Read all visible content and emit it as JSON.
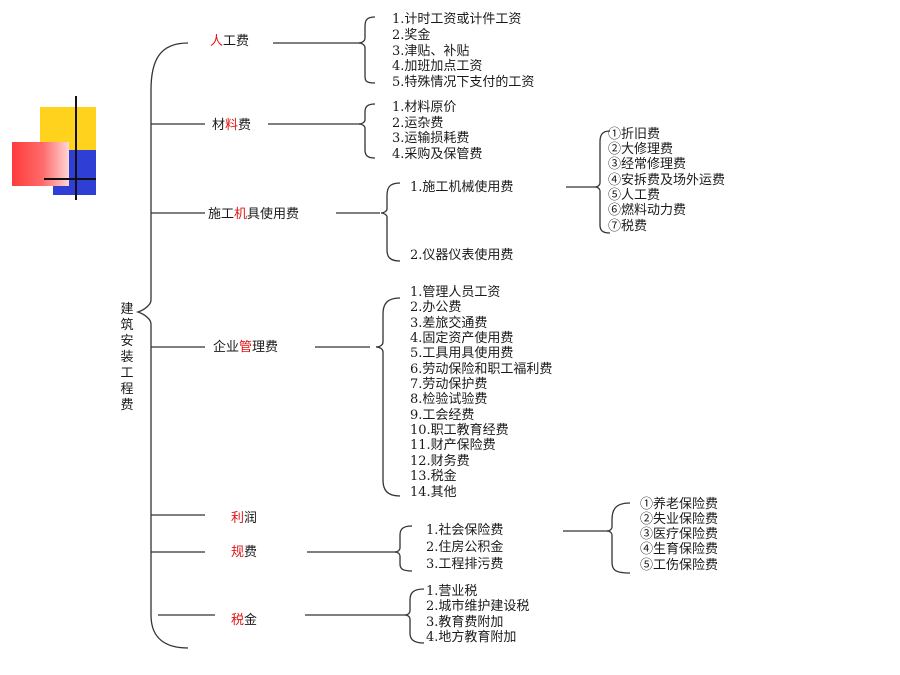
{
  "root": "建筑安装工程费",
  "categories": [
    {
      "pre": "",
      "hl": "人",
      "post": "工费"
    },
    {
      "pre": "材",
      "hl": "料",
      "post": "费"
    },
    {
      "pre": "施工",
      "hl": "机",
      "post": "具使用费"
    },
    {
      "pre": "企业",
      "hl": "管",
      "post": "理费"
    },
    {
      "pre": "",
      "hl": "利",
      "post": "润"
    },
    {
      "pre": "",
      "hl": "规",
      "post": "费"
    },
    {
      "pre": "",
      "hl": "税",
      "post": "金"
    }
  ],
  "labor": [
    "1.计时工资或计件工资",
    "2.奖金",
    "3.津贴、补贴",
    "4.加班加点工资",
    "5.特殊情况下支付的工资"
  ],
  "materials": [
    "1.材料原价",
    "2.运杂费",
    "3.运输损耗费",
    "4.采购及保管费"
  ],
  "machinery": [
    "1.施工机械使用费",
    "2.仪器仪表使用费"
  ],
  "machinery_sub": [
    "①折旧费",
    "②大修理费",
    "③经常修理费",
    "④安拆费及场外运费",
    "⑤人工费",
    "⑥燃料动力费",
    "⑦税费"
  ],
  "management": [
    "1.管理人员工资",
    "2.办公费",
    "3.差旅交通费",
    "4.固定资产使用费",
    "5.工具用具使用费",
    "6.劳动保险和职工福利费",
    "7.劳动保护费",
    "8.检验试验费",
    "9.工会经费",
    "10.职工教育经费",
    "11.财产保险费",
    "12.财务费",
    "13.税金",
    "14.其他"
  ],
  "fees": [
    "1.社会保险费",
    "2.住房公积金",
    "3.工程排污费"
  ],
  "fees_sub": [
    "①养老保险费",
    "②失业保险费",
    "③医疗保险费",
    "④生育保险费",
    "⑤工伤保险费"
  ],
  "taxes": [
    "1.营业税",
    "2.城市维护建设税",
    "3.教育费附加",
    "4.地方教育附加"
  ],
  "colors": {
    "red_label": "#e01515",
    "deco_yellow": "#ffd21e",
    "deco_blue": "#2f3fd6",
    "deco_red": "#ff3b3b"
  }
}
